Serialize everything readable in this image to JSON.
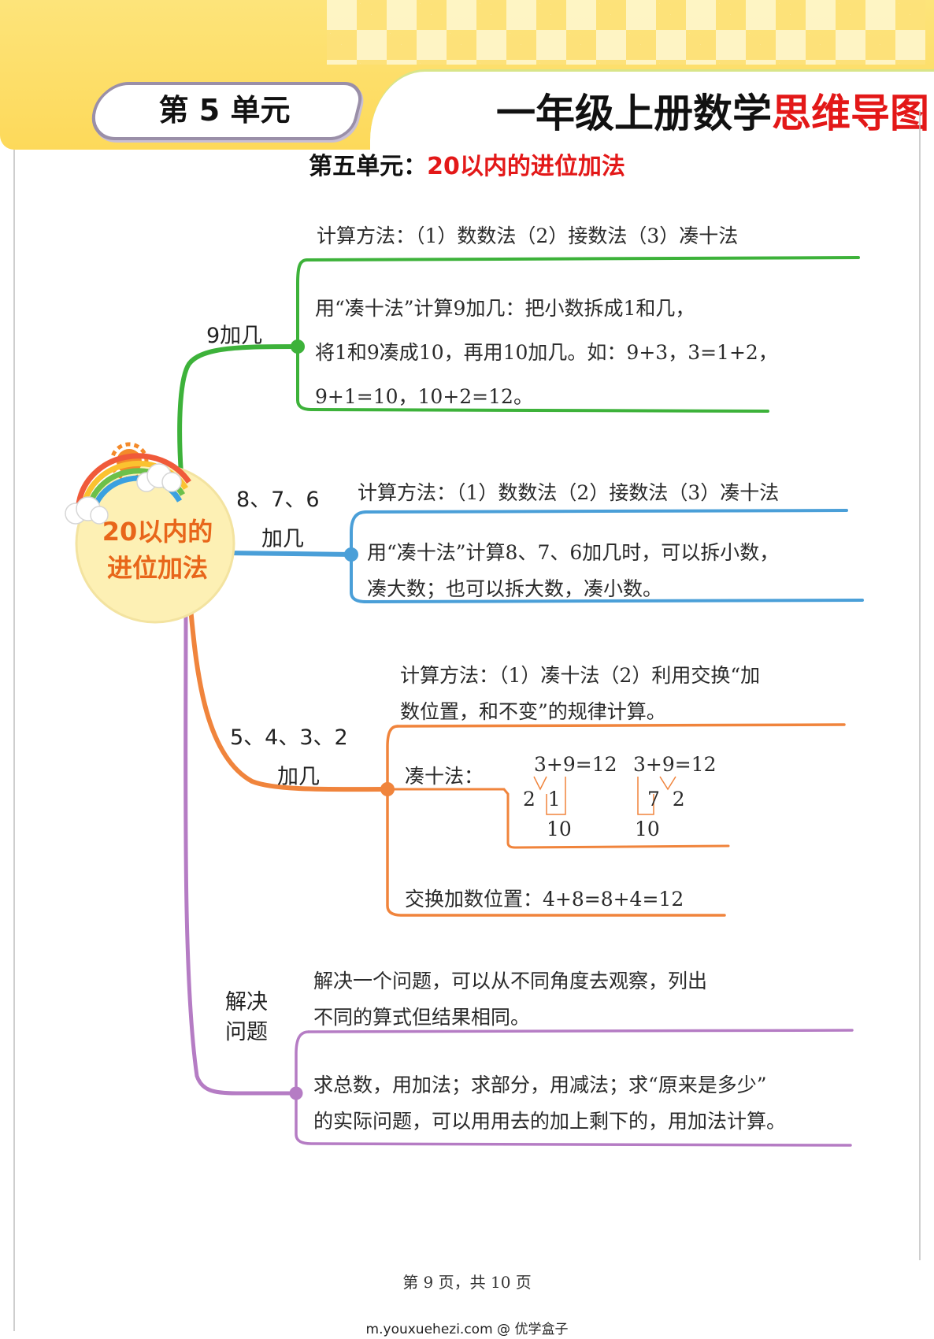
{
  "header": {
    "unit_label": "第 5 单元",
    "title_main": "一年级上册数学",
    "title_highlight": "思维导图"
  },
  "subtitle": {
    "prefix": "第五单元：",
    "topic": "20以内的进位加法"
  },
  "center": {
    "line1": "20以内的",
    "line2": "进位加法"
  },
  "branches": [
    {
      "label": "9加几",
      "color": "#3db23a",
      "method": "计算方法：（1）数数法（2）接数法（3）凑十法",
      "detail": [
        "用“凑十法”计算9加几：把小数拆成1和几，",
        "将1和9凑成10，再用10加几。如：9+3，3=1+2，",
        "9+1=10，10+2=12。"
      ]
    },
    {
      "label_line1": "8、7、6",
      "label_line2": "加几",
      "color": "#4a9fd8",
      "method": "计算方法：（1）数数法（2）接数法（3）凑十法",
      "detail": [
        "用“凑十法”计算8、7、6加几时，可以拆小数，",
        "凑大数；也可以拆大数，凑小数。"
      ]
    },
    {
      "label_line1": "5、4、3、2",
      "label_line2": "加几",
      "color": "#f0843c",
      "method": [
        "计算方法：（1）凑十法（2）利用交换“加",
        "数位置，和不变”的规律计算。"
      ],
      "coushi_label": "凑十法：",
      "example1": {
        "equation": "3+9=12",
        "split": "2  1",
        "ten": "10"
      },
      "example2": {
        "equation": "3+9=12",
        "split": "7  2",
        "ten": "10"
      },
      "swap": "交换加数位置：4+8=8+4=12"
    },
    {
      "label_line1": "解决",
      "label_line2": "问题",
      "color": "#b57cc4",
      "intro": [
        "解决一个问题，可以从不同角度去观察，列出",
        "不同的算式但结果相同。"
      ],
      "detail": [
        "求总数，用加法；求部分，用减法；求“原来是多少”",
        "的实际问题，可以用用去的加上剩下的，用加法计算。"
      ]
    }
  ],
  "footer": {
    "page": "第 9 页，共 10 页",
    "site": "m.youxuehezi.com @ 优学盒子"
  }
}
